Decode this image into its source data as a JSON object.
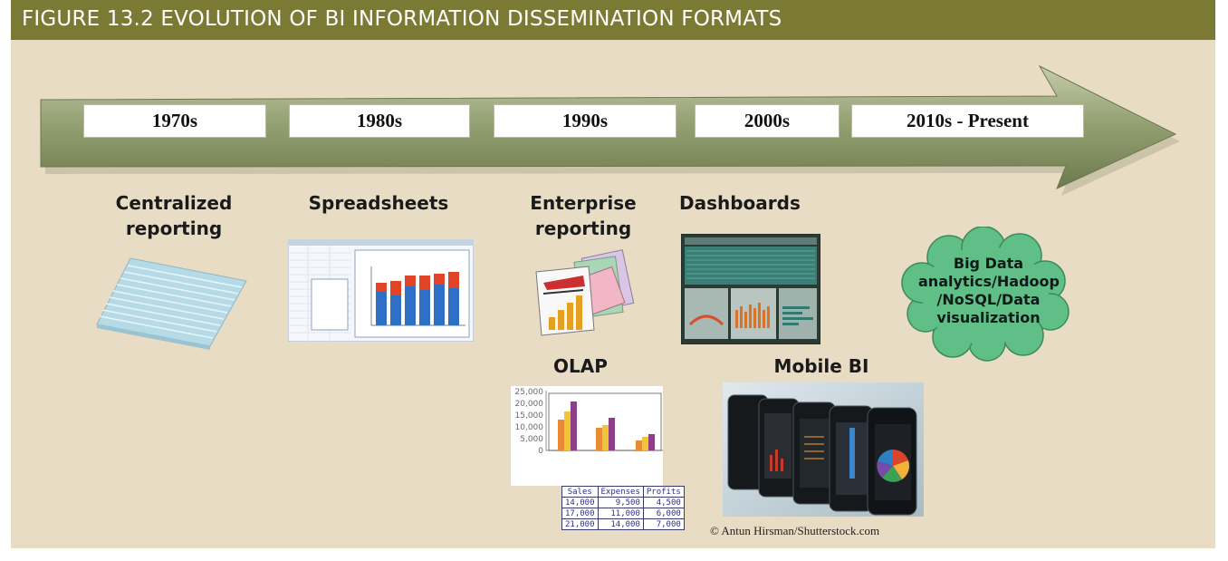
{
  "figure": {
    "title": "FIGURE 13.2  EVOLUTION OF BI INFORMATION DISSEMINATION FORMATS"
  },
  "timeline": {
    "eras": [
      "1970s",
      "1980s",
      "1990s",
      "2000s",
      "2010s - Present"
    ]
  },
  "formats": {
    "centralized": "Centralized\nreporting",
    "spreadsheets": "Spreadsheets",
    "enterprise": "Enterprise\nreporting",
    "dashboards": "Dashboards",
    "olap": "OLAP",
    "mobile": "Mobile BI",
    "bigdata": "Big Data\nanalytics/Hadoop\n/NoSQL/Data\nvisualization"
  },
  "olap_chart": {
    "y_ticks": [
      "25,000",
      "20,000",
      "15,000",
      "10,000",
      "5,000",
      "0"
    ],
    "columns": [
      "Sales",
      "Expenses",
      "Profits"
    ],
    "rows": [
      [
        "14,000",
        "9,500",
        "4,500"
      ],
      [
        "17,000",
        "11,000",
        "6,000"
      ],
      [
        "21,000",
        "14,000",
        "7,000"
      ]
    ]
  },
  "credit": "© Antun Hirsman/Shutterstock.com",
  "colors": {
    "title_bar": "#7b7a34",
    "background": "#e9dcc4",
    "arrow": "#8e9a6a",
    "cloud": "#5fbf86"
  }
}
